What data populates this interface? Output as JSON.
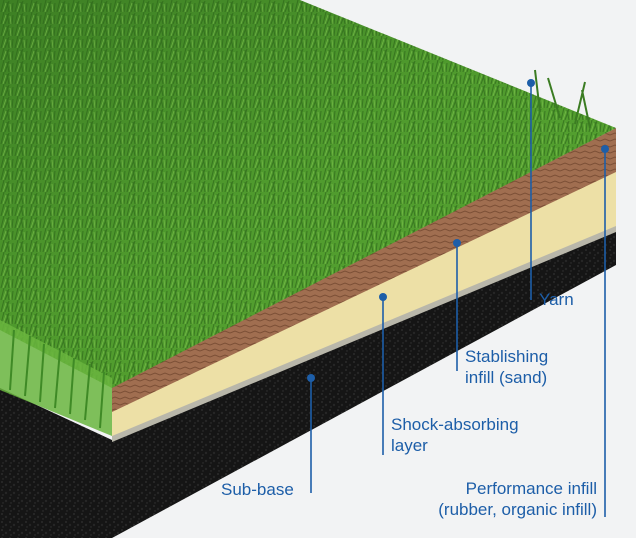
{
  "colors": {
    "leader": "#1d5ea8",
    "label_text": "#1d5ea8",
    "grass_dark": "#2f6e1c",
    "grass_light": "#6cb33c",
    "performance_infill": "#9c6a4b",
    "sand_infill": "#efe1a8",
    "shock_layer": "#b8b6a8",
    "sub_base": "#141414"
  },
  "labels": {
    "yarn": "Yarn",
    "stabilishing": {
      "line1": "Stablishing",
      "line2": "infill (sand)"
    },
    "shock_absorbing": {
      "line1": "Shock-absorbing",
      "line2": "layer"
    },
    "sub_base": "Sub-base",
    "performance": {
      "line1": "Performance infill",
      "line2": "(rubber, organic infill)"
    }
  }
}
